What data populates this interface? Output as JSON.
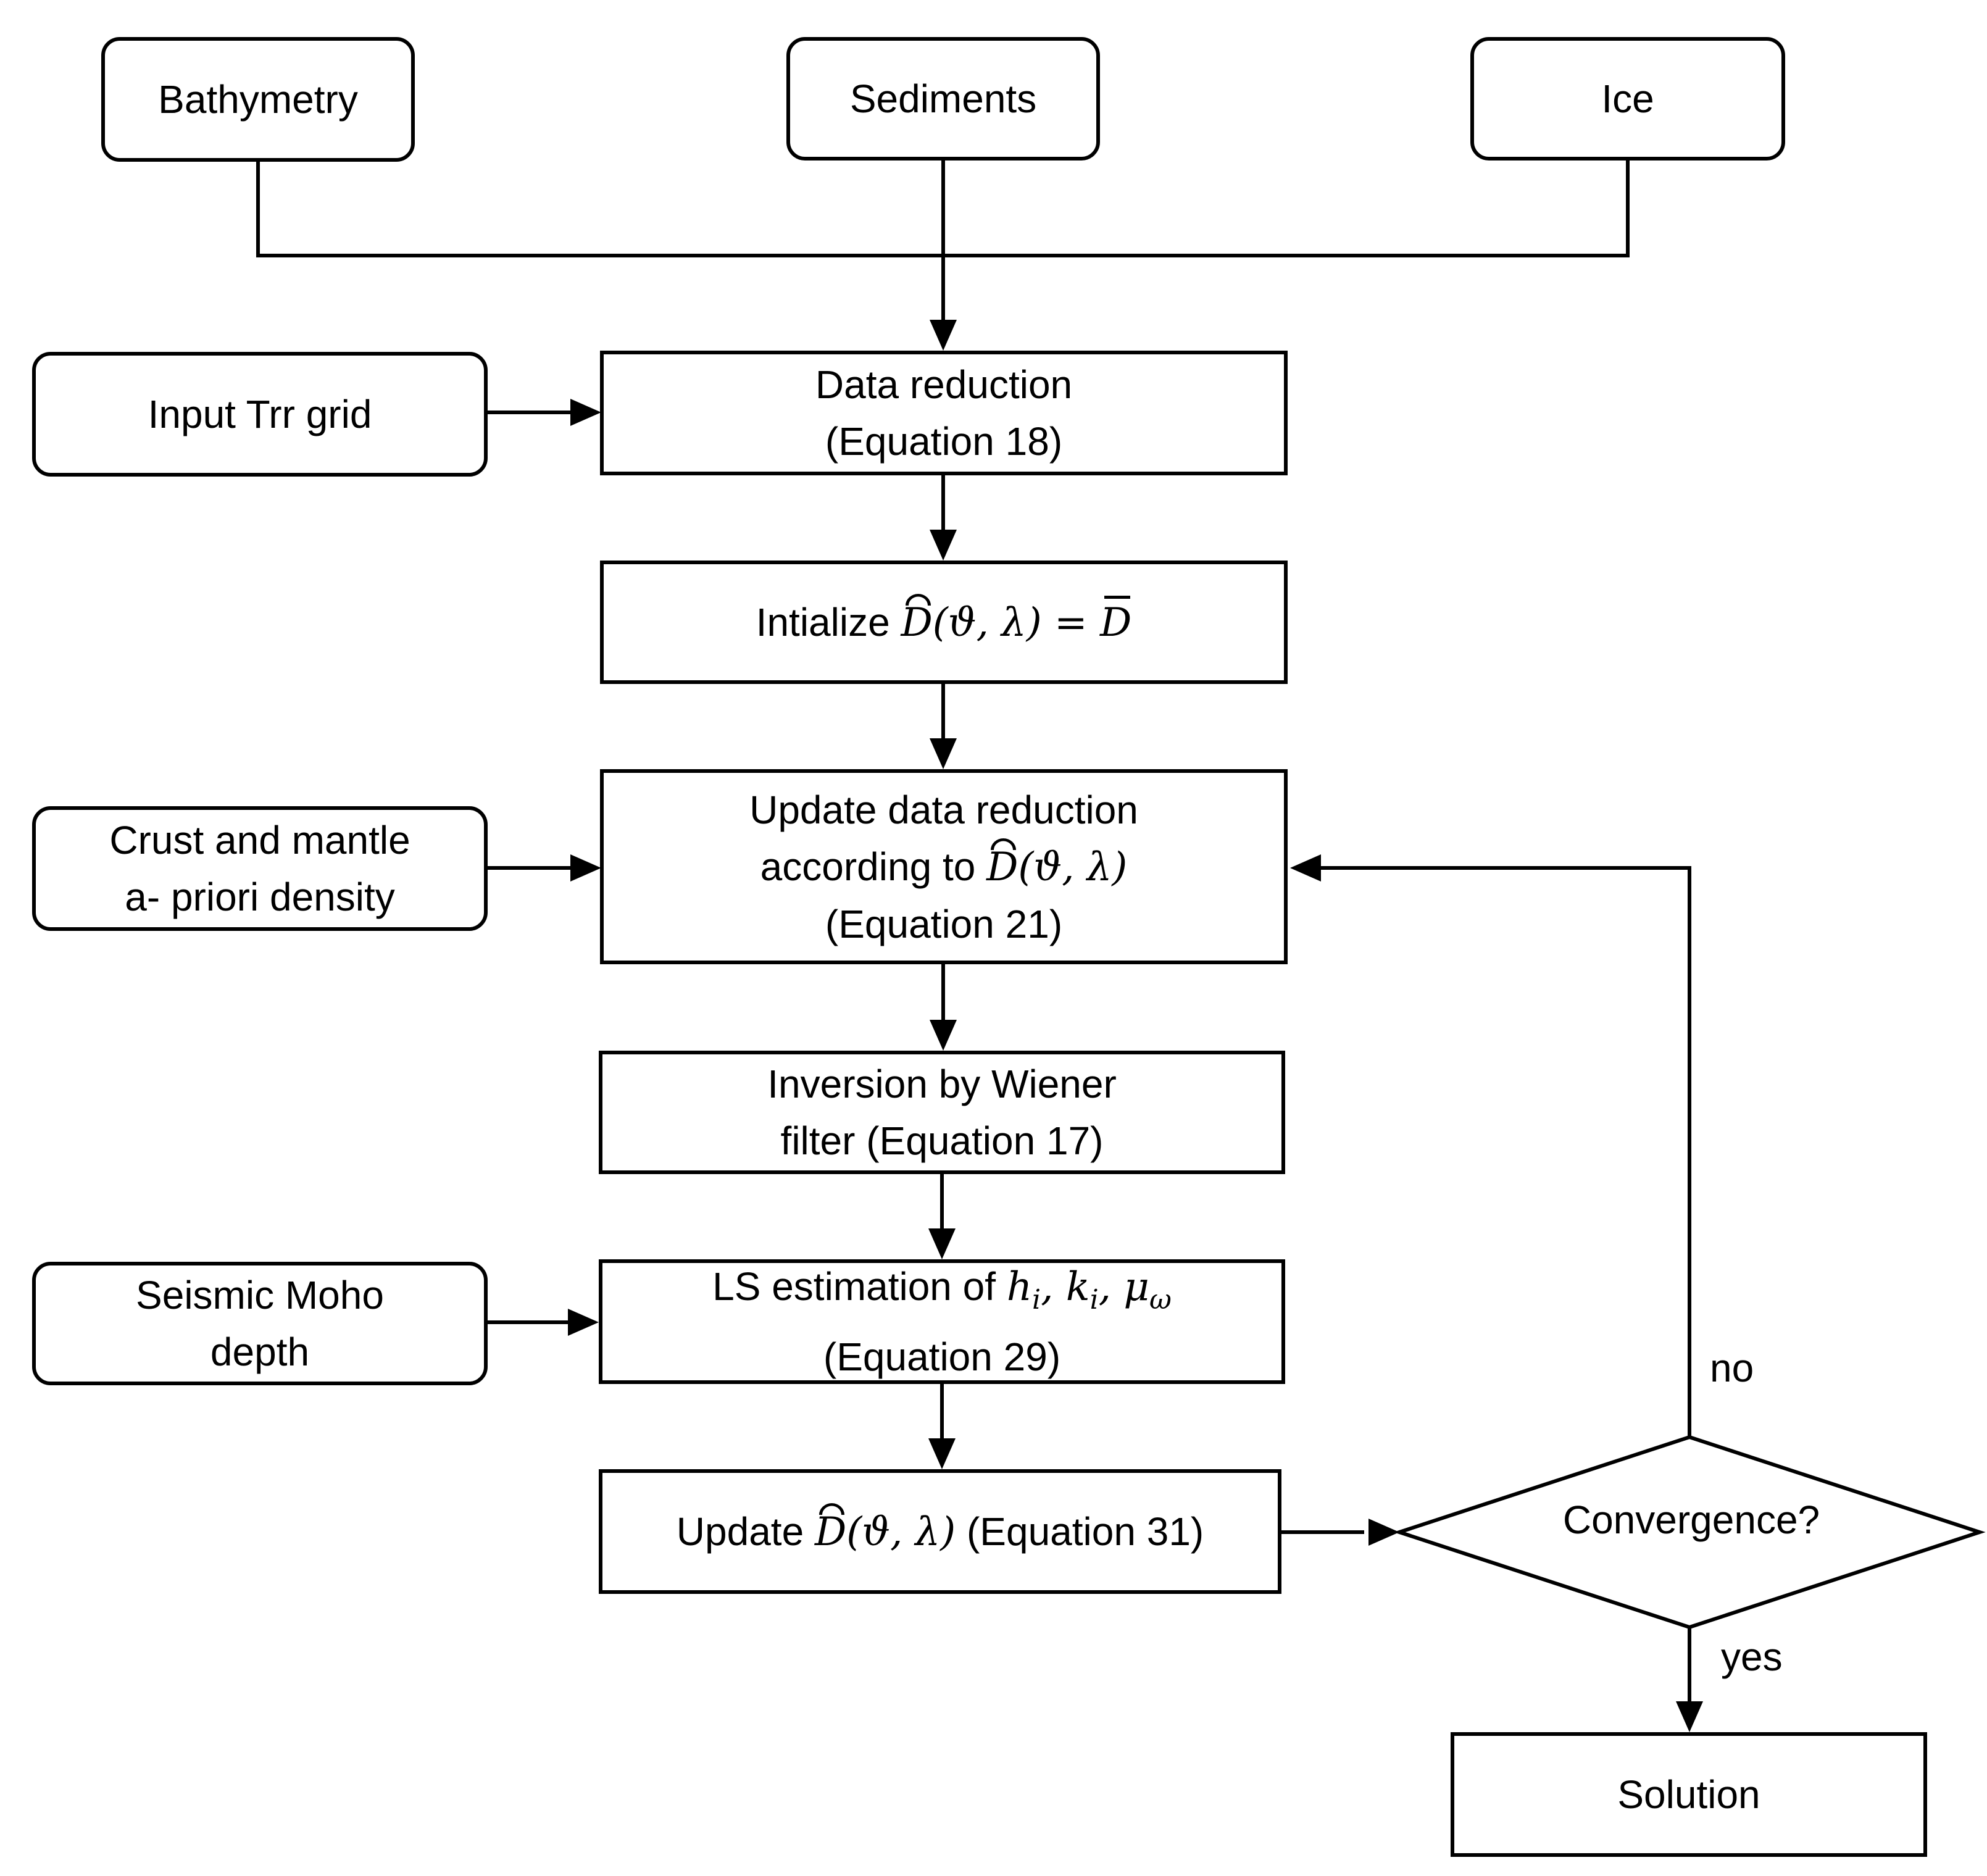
{
  "nodes": {
    "bathymetry": "Bathymetry",
    "sediments": "Sediments",
    "ice": "Ice",
    "input_trr": "Input Trr grid",
    "data_reduction": {
      "line1": "Data reduction",
      "line2": "(Equation 18)"
    },
    "initialize": {
      "text": "Intialize ",
      "lhs": "D",
      "args": "(ϑ, λ)",
      "eq": " = ",
      "rhs": "D"
    },
    "crust_mantle": {
      "line1": "Crust and mantle",
      "line2": "a- priori density"
    },
    "update_reduction": {
      "line1": "Update data reduction",
      "line2_prefix": "according to ",
      "symbol": "D",
      "args": "(ϑ, λ)",
      "line3": "(Equation 21)"
    },
    "inversion": {
      "line1": "Inversion by Wiener",
      "line2": "filter (Equation 17)"
    },
    "seismic_moho": {
      "line1": "Seismic Moho",
      "line2": "depth"
    },
    "ls_estimation": {
      "prefix": "LS estimation of ",
      "h": "h",
      "i1": "i",
      "sep1": ", ",
      "k": "k",
      "i2": "i",
      "sep2": ", ",
      "mu": "μ",
      "omega": "ω",
      "line2": "(Equation 29)"
    },
    "update_d": {
      "prefix": "Update ",
      "symbol": "D",
      "args": "(ϑ, λ)",
      "suffix": " (Equation 31)"
    },
    "convergence": "Convergence?",
    "solution": "Solution"
  },
  "edge_labels": {
    "no": "no",
    "yes": "yes"
  }
}
